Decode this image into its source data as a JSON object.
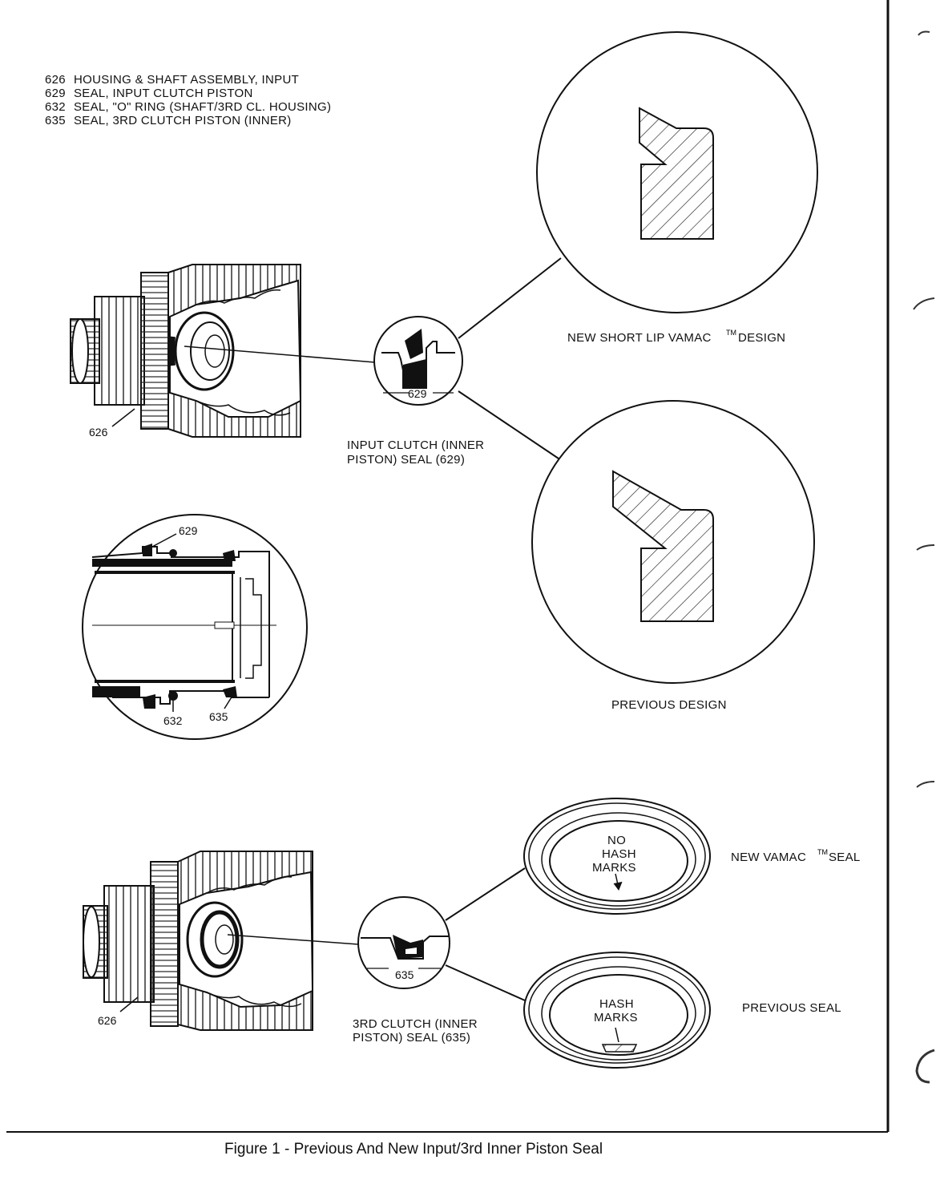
{
  "legend": [
    {
      "num": "626",
      "text": "HOUSING & SHAFT ASSEMBLY, INPUT"
    },
    {
      "num": "629",
      "text": "SEAL, INPUT CLUTCH PISTON"
    },
    {
      "num": "632",
      "text": "SEAL, \"O\" RING (SHAFT/3RD CL. HOUSING)"
    },
    {
      "num": "635",
      "text": "SEAL, 3RD CLUTCH PISTON (INNER)"
    }
  ],
  "labels": {
    "new_short_lip": "NEW SHORT LIP VAMAC",
    "new_short_lip_suffix": "DESIGN",
    "tm": "TM",
    "previous_design": "PREVIOUS DESIGN",
    "input_clutch_1": "INPUT CLUTCH (INNER",
    "input_clutch_2": "PISTON) SEAL (629)",
    "third_clutch_1": "3RD CLUTCH (INNER",
    "third_clutch_2": "PISTON) SEAL (635)",
    "new_vamac_seal": "NEW VAMAC",
    "new_vamac_seal_suffix": "SEAL",
    "previous_seal": "PREVIOUS SEAL",
    "no_hash_1": "NO",
    "no_hash_2": "HASH",
    "no_hash_3": "MARKS",
    "hash_1": "HASH",
    "hash_2": "MARKS"
  },
  "callouts": {
    "c626_top": "626",
    "c629_top": "629",
    "c629_section": "629",
    "c632": "632",
    "c635_section": "635",
    "c626_bottom": "626",
    "c635_bottom": "635"
  },
  "caption": "Figure 1 - Previous And New Input/3rd Inner Piston Seal"
}
